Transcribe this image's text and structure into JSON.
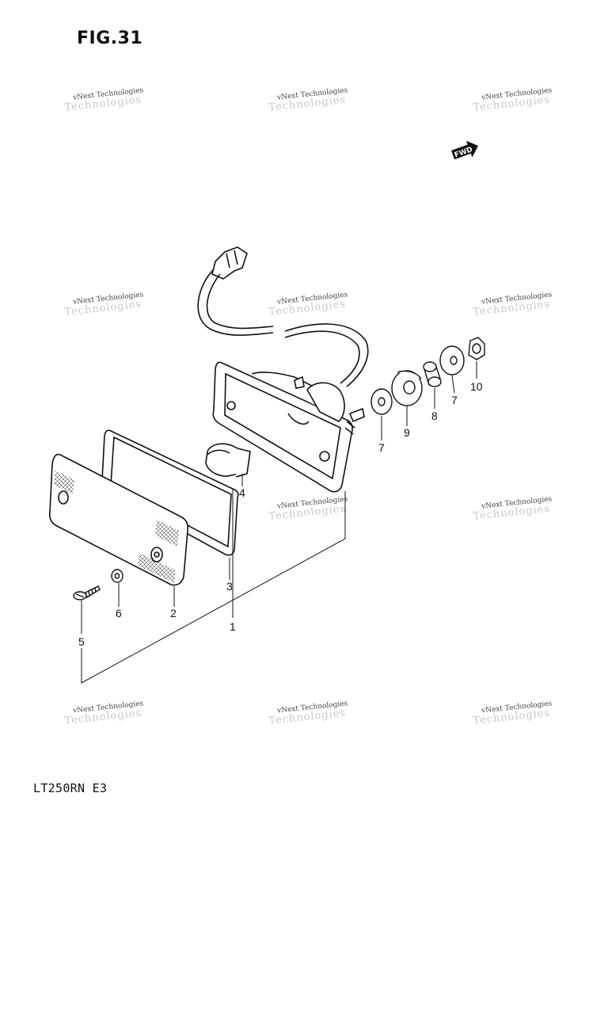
{
  "figure_label": "FIG.31",
  "model_code": "LT250RN E3",
  "watermark_text": "vNext Technologies",
  "fwd_badge": "FWD",
  "callouts": {
    "housing_assy": "1",
    "lens": "2",
    "gasket": "3",
    "bulb": "4",
    "screw": "5",
    "washer_small": "6",
    "washer_front": "7",
    "washer_rear": "7",
    "spacer": "8",
    "cushion": "9",
    "nut": "10"
  }
}
